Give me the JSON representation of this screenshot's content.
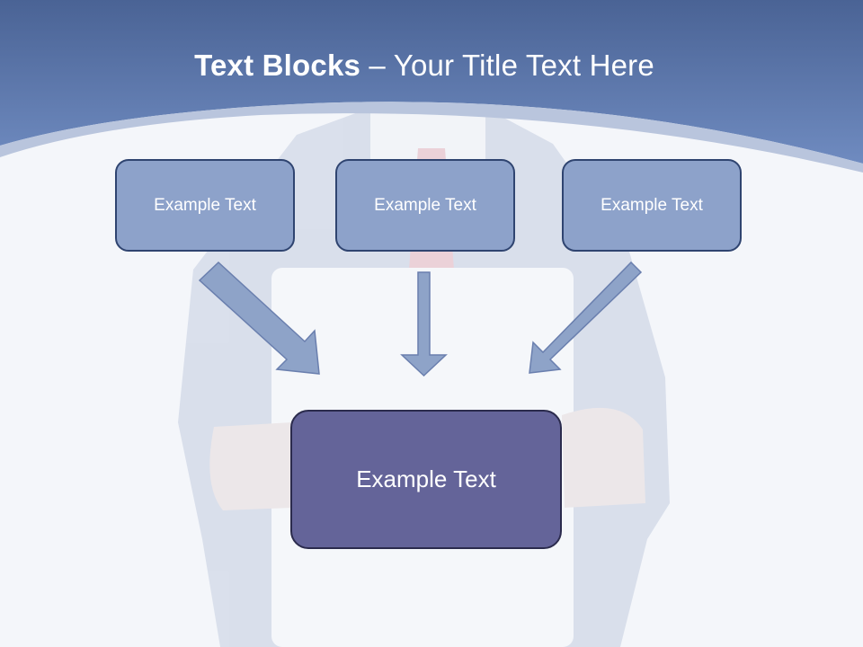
{
  "title": {
    "bold": "Text Blocks",
    "dash": " – ",
    "rest": "Your Title Text Here"
  },
  "top_boxes": [
    {
      "label": "Example Text"
    },
    {
      "label": "Example Text"
    },
    {
      "label": "Example Text"
    }
  ],
  "center_box": {
    "label": "Example Text"
  },
  "colors": {
    "header": "#5f7bb0",
    "small_box": "#8da2ca",
    "center_box": "#646499",
    "arrow": "#8ea3c8"
  }
}
